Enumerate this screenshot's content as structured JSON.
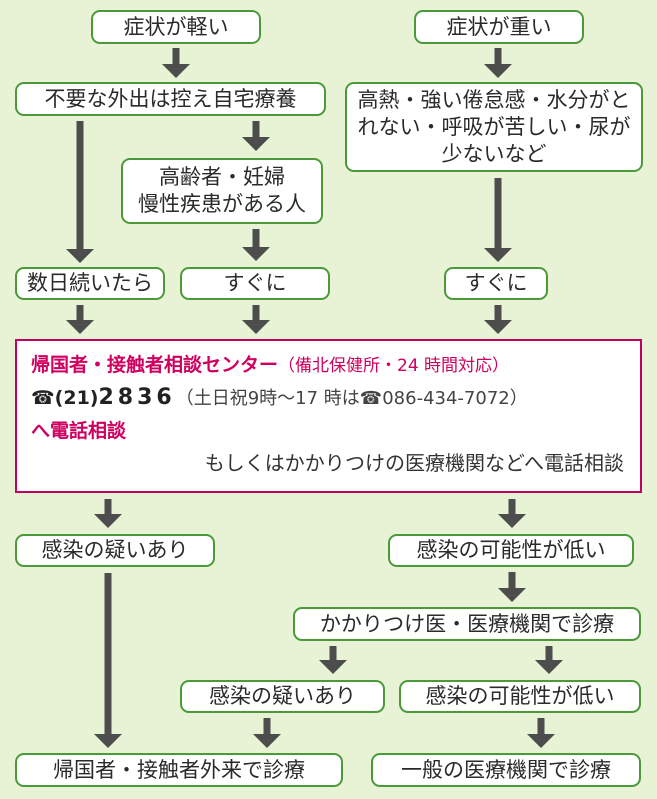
{
  "nodes": {
    "mild": "症状が軽い",
    "severe": "症状が重い",
    "stay_home": "不要な外出は控え自宅療養",
    "severe_signs": "高熱・強い倦怠感・水分がとれない・呼吸が苦しい・尿が少ないなど",
    "elderly_line1": "高齢者・妊婦",
    "elderly_line2": "慢性疾患がある人",
    "after_days": "数日続いたら",
    "immediately_mid": "すぐに",
    "immediately_right": "すぐに",
    "suspected_left": "感染の疑いあり",
    "low_right": "感染の可能性が低い",
    "family_doctor": "かかりつけ医・医療機関で診療",
    "suspected_mid": "感染の疑いあり",
    "low_mid": "感染の可能性が低い",
    "outpatient": "帰国者・接触者外来で診療",
    "general": "一般の医療機関で診療"
  },
  "center": {
    "title": "帰国者・接触者相談センター",
    "title_note": "（備北保健所・24 時間対応）",
    "phone_icon": "☎",
    "area_code": "(21)",
    "number": "2836",
    "hours_note": "（土日祝9時～17 時は",
    "alt_phone": "086-434-7072）",
    "call": "へ電話相談",
    "alternative": "もしくはかかりつけの医療機関などへ電話相談"
  },
  "colors": {
    "background": "#e8f3d5",
    "box_border": "#4a9a3a",
    "arrow": "#4d4d4d",
    "highlight": "#cf005f"
  }
}
